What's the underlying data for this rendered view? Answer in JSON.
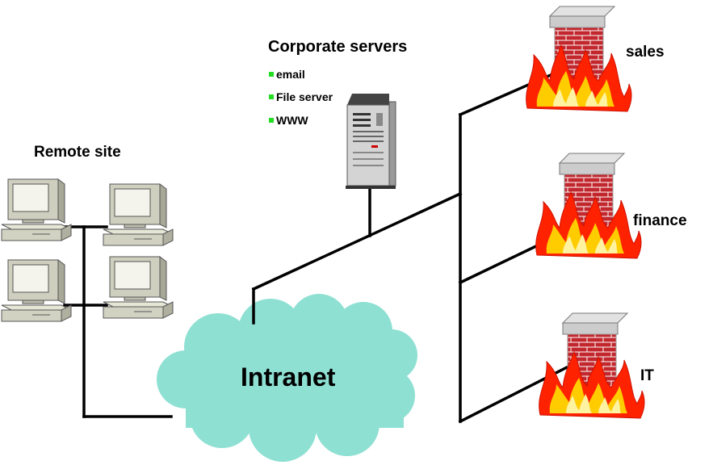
{
  "servers": {
    "title": "Corporate servers",
    "services": [
      "email",
      "File server",
      "WWW"
    ]
  },
  "remote_site": {
    "label": "Remote site"
  },
  "cloud": {
    "label": "Intranet"
  },
  "firewalls": [
    {
      "label": "sales"
    },
    {
      "label": "finance"
    },
    {
      "label": "IT"
    }
  ],
  "colors": {
    "cloud": "#8ee0d3",
    "brick": "#c2272d",
    "flame_outer": "#ff2200",
    "flame_inner": "#ffcc00",
    "bullet": "#22dd22",
    "computer": "#d8d8c8"
  }
}
